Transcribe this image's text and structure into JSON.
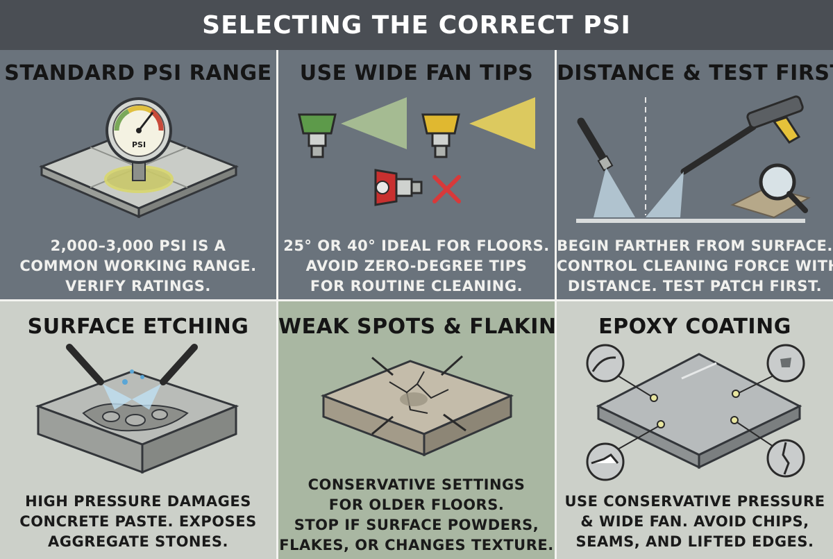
{
  "header": {
    "title": "SELECTING THE CORRECT PSI"
  },
  "panels": {
    "psi_range": {
      "title": "STANDARD PSI RANGE",
      "gauge_label": "PSI",
      "lines": [
        "2,000–3,000 PSI IS A",
        "COMMON WORKING RANGE.",
        "VERIFY RATINGS."
      ],
      "icons": [
        "pressure-gauge-icon",
        "floor-tile-icon"
      ]
    },
    "fan_tips": {
      "title": "USE WIDE FAN TIPS",
      "lines": [
        "25° OR 40° IDEAL FOR FLOORS.",
        "AVOID ZERO-DEGREE TIPS",
        "FOR ROUTINE CLEANING."
      ],
      "tip_colors": {
        "green": "#5d9a4a",
        "yellow": "#e0b830",
        "red": "#c8302f"
      },
      "icons": [
        "green-nozzle-icon",
        "yellow-nozzle-icon",
        "red-nozzle-icon",
        "cross-icon"
      ]
    },
    "distance": {
      "title": "DISTANCE & TEST FIRST",
      "lines": [
        "BEGIN FARTHER FROM SURFACE.",
        "CONTROL CLEANING FORCE WITH",
        "DISTANCE. TEST PATCH FIRST."
      ],
      "icons": [
        "spray-wand-icon",
        "pressure-gun-icon",
        "magnifier-icon"
      ]
    },
    "etching": {
      "title": "SURFACE ETCHING",
      "lines": [
        "HIGH PRESSURE DAMAGES",
        "CONCRETE PASTE. EXPOSES",
        "AGGREGATE STONES."
      ],
      "icons": [
        "spray-wand-icon",
        "concrete-slab-icon"
      ]
    },
    "weak_spots": {
      "title": "WEAK SPOTS & FLAKING",
      "lines": [
        "CONSERVATIVE SETTINGS",
        "FOR OLDER FLOORS.",
        "STOP IF SURFACE POWDERS,",
        "FLAKES, OR CHANGES TEXTURE."
      ],
      "icons": [
        "cracked-slab-icon",
        "arrow-icon"
      ]
    },
    "epoxy": {
      "title": "EPOXY COATING",
      "lines": [
        "USE CONSERVATIVE PRESSURE",
        "& WIDE FAN. AVOID CHIPS,",
        "SEAMS, AND LIFTED EDGES."
      ],
      "icons": [
        "epoxy-slab-icon",
        "chip-detail-icon",
        "seam-detail-icon",
        "lifted-edge-icon"
      ]
    }
  }
}
